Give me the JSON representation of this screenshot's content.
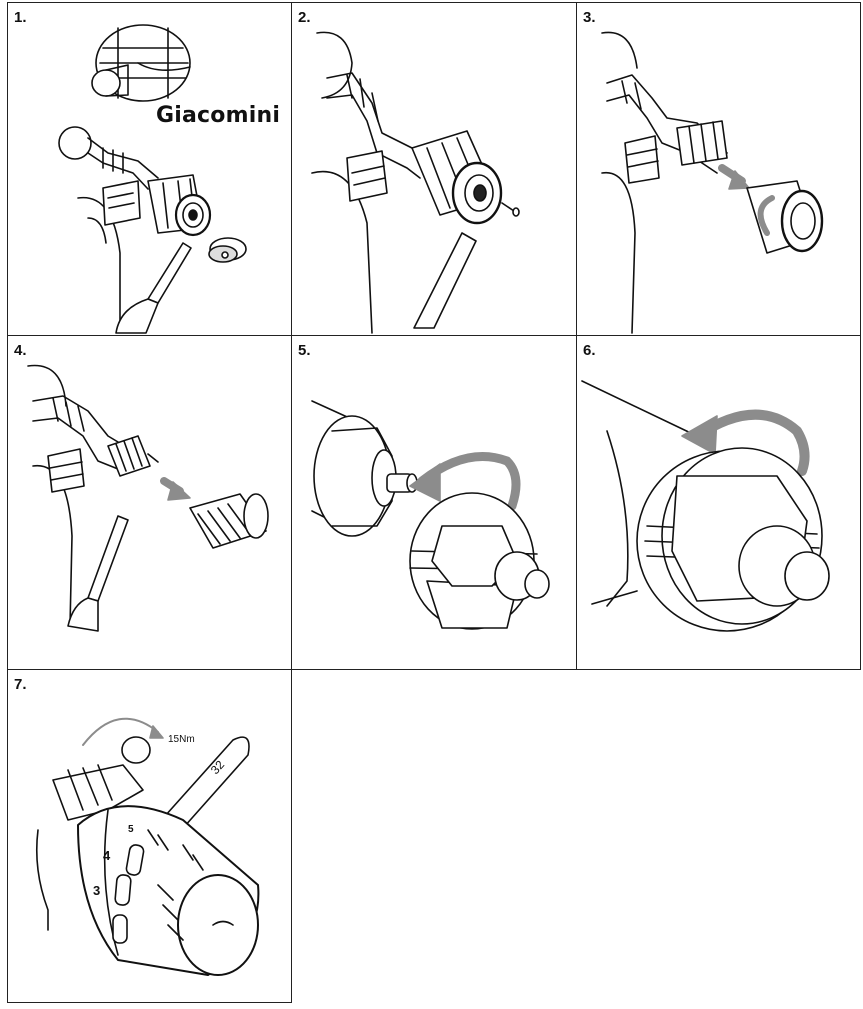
{
  "steps": [
    "1.",
    "2.",
    "3.",
    "4.",
    "5.",
    "6.",
    "7."
  ],
  "brand_label": "Giacomini",
  "torque_label": "15Nm",
  "wrench_size": "32",
  "dial_numbers": [
    "3",
    "4",
    "5"
  ],
  "colors": {
    "line": "#111111",
    "arrow": "#8c8c8c",
    "background": "#ffffff"
  }
}
